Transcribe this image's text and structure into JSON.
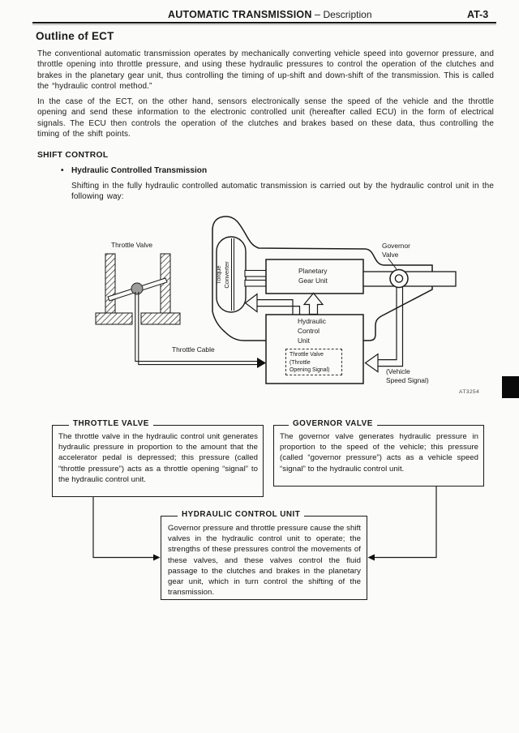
{
  "colors": {
    "ink": "#1a1a1a",
    "paper": "#fbfbf9",
    "tab_marker": "#0a0a0a"
  },
  "header": {
    "title": "AUTOMATIC TRANSMISSION",
    "separator": "–",
    "section": "Description",
    "page_number": "AT-3"
  },
  "outline": {
    "heading": "Outline of ECT",
    "paragraph1": "The conventional automatic transmission operates by mechanically converting vehicle speed into governor pressure, and throttle opening into throttle pressure, and using these hydraulic pressures to control the operation of the clutches and brakes in the planetary gear unit, thus controlling the timing of up-shift and down-shift of the transmission. This is called the “hydraulic control method.”",
    "paragraph2": "In the case of the ECT, on the other hand, sensors electronically sense the speed of the vehicle and the throttle opening and send these information to the electronic controlled unit (hereafter called ECU) in the form of electrical signals. The ECU then controls the operation of the clutches and brakes based on these data, thus controlling the timing of the shift points."
  },
  "shift_control": {
    "heading": "SHIFT CONTROL",
    "bullet": "•",
    "item_title": "Hydraulic Controlled Transmission",
    "item_text": "Shifting in the fully hydraulic controlled automatic transmission is carried out by the hydraulic control unit in the following way:"
  },
  "diagram": {
    "throttle_valve_label": "Throttle Valve",
    "torque_converter_label": "Torque\nConverter",
    "planetary_label": "Planetary\nGear Unit",
    "governor_label": "Governor\nValve",
    "hcu_label": "Hydraulic\nControl\nUnit",
    "hcu_inner_label": "Throttle Valve\n(Throttle\nOpening Signal)",
    "throttle_cable_label": "Throttle Cable",
    "vehicle_speed_label": "(Vehicle\nSpeed Signal)",
    "figure_code": "AT3254"
  },
  "flowchart": {
    "boxes": [
      {
        "title": "THROTTLE VALVE",
        "body": "The throttle valve in the hydraulic control unit generates hydraulic pressure in proportion to the amount that the accelerator pedal is depressed; this pressure (called “throttle pressure”) acts as a throttle opening “signal” to the hydraulic control unit."
      },
      {
        "title": "GOVERNOR VALVE",
        "body": "The governor valve generates hydraulic pressure in proportion to the speed of the vehicle; this pressure (called “governor pressure”) acts as a vehicle speed “signal” to the hydraulic control unit."
      },
      {
        "title": "HYDRAULIC CONTROL UNIT",
        "body": "Governor pressure and throttle pressure cause the shift valves in the hydraulic control unit to operate; the strengths of these pressures control the movements of these valves, and these valves control the fluid passage to the clutches and brakes in the planetary gear unit, which in turn control the shifting of the transmission."
      }
    ]
  }
}
